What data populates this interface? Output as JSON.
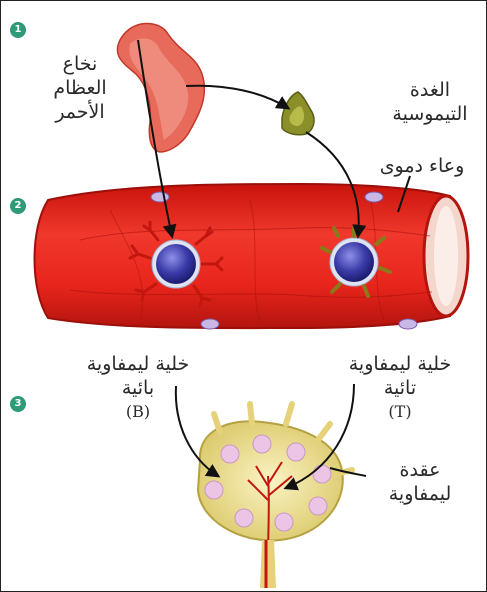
{
  "steps": [
    "1",
    "2",
    "3"
  ],
  "labels": {
    "bone_marrow": [
      "نخاع",
      "العظام",
      "الأحمر"
    ],
    "thymus": [
      "الغدة",
      "التيموسية"
    ],
    "blood_vessel": "وعاء دموى",
    "b_cell": [
      "خلية ليمفاوية",
      "بائية",
      "(B)"
    ],
    "t_cell": [
      "خلية ليمفاوية",
      "تائية",
      "(T)"
    ],
    "lymph_node": [
      "عقدة",
      "ليمفاوية"
    ]
  },
  "colors": {
    "vessel": "#e8251c",
    "vessel_dark": "#b3140e",
    "marrow": "#e86a5a",
    "thymus": "#8a8f2a",
    "cell": "#3a3aa8",
    "node": "#f1e49a",
    "badge": "#2e9a7a"
  }
}
